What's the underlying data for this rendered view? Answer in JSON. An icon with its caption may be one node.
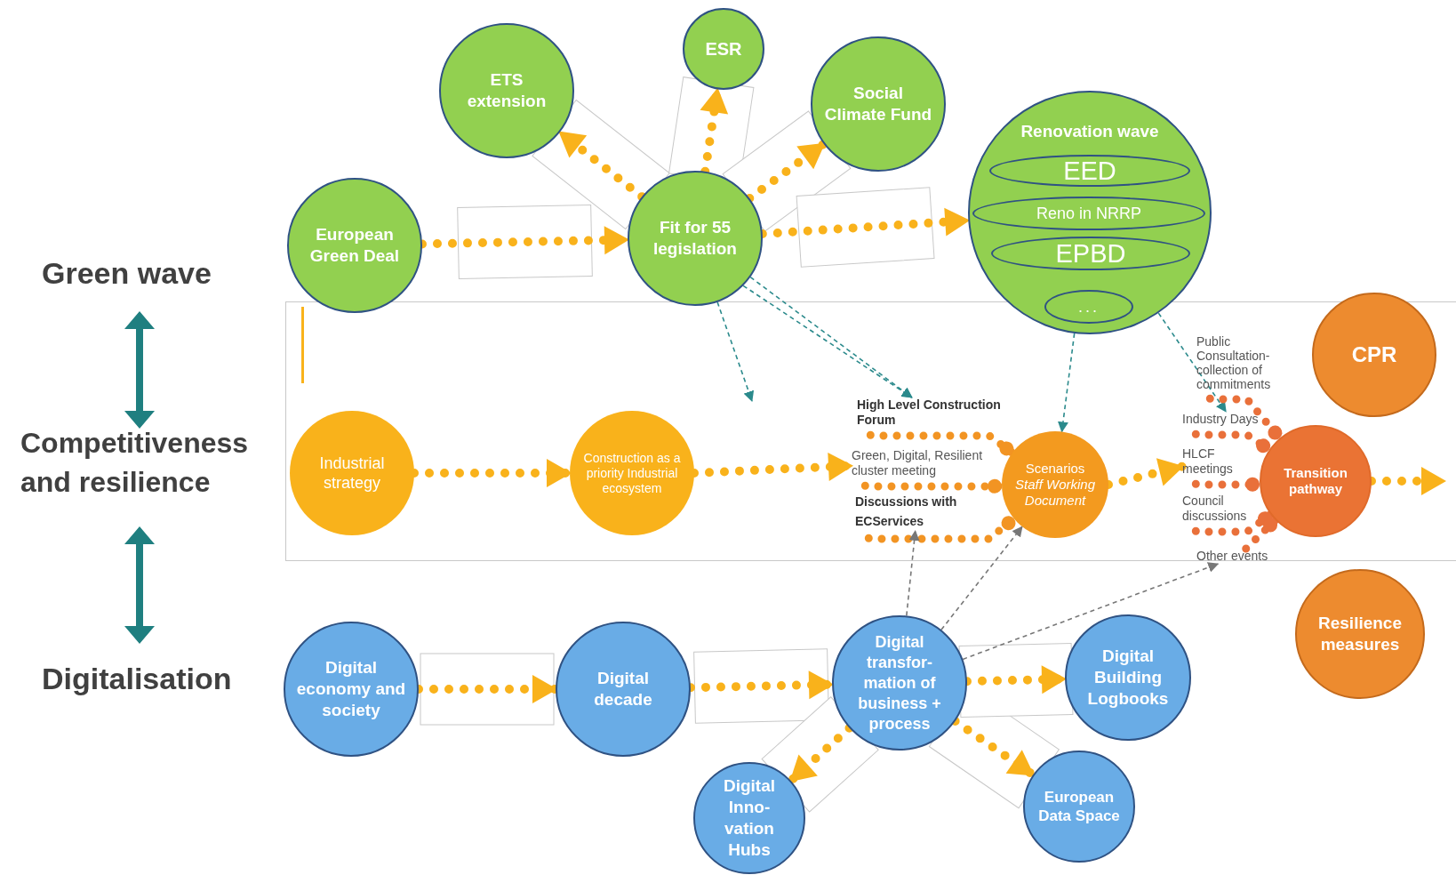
{
  "diagram": {
    "nodes": [
      {
        "text": [
          "European Green Deal"
        ]
      },
      {
        "text": [
          "ETS extension"
        ]
      },
      {
        "text": [
          "ESR"
        ]
      },
      {
        "text": [
          "Social Climate Fund"
        ]
      },
      {
        "text": [
          "Fit for 55 legislation"
        ]
      },
      {
        "text": [
          "Renovation wave"
        ]
      },
      {
        "text": [
          "EED"
        ],
        "in": 5
      },
      {
        "text": [
          "Reno in NRRP"
        ],
        "in": 5
      },
      {
        "text": [
          "EPBD"
        ],
        "in": 5
      },
      {
        "text": [
          "..."
        ],
        "in": 5
      },
      {
        "text": [
          "CPR"
        ]
      },
      {
        "text": [
          "Industrial strategy"
        ]
      },
      {
        "text": [
          "Construction as a priority Industrial ecosystem"
        ]
      },
      {
        "text": [
          "High Level Construction Forum"
        ]
      },
      {
        "text": [
          "Green, Digital, Resilient cluster meeting"
        ]
      },
      {
        "text": [
          "Discussions with ECServices"
        ]
      },
      {
        "text": [
          "Scenarios",
          "Staff Working Document"
        ]
      },
      {
        "text": [
          "Public Consultation-collection of commitments"
        ]
      },
      {
        "text": [
          "Industry Days"
        ]
      },
      {
        "text": [
          "HLCF meetings"
        ]
      },
      {
        "text": [
          "Council discussions"
        ]
      },
      {
        "text": [
          "Other events"
        ]
      },
      {
        "text": [
          "Transition pathway"
        ]
      },
      {
        "text": [
          "Resilience measures"
        ]
      },
      {
        "text": [
          "Digital economy and society"
        ]
      },
      {
        "text": [
          "Digital decade"
        ]
      },
      {
        "text": [
          "Digital transfor- mation of business + process"
        ]
      },
      {
        "text": [
          "Digital Building Logbooks"
        ]
      },
      {
        "text": [
          "Digital Inno- vation Hubs"
        ]
      },
      {
        "text": [
          "European Data Space"
        ]
      }
    ],
    "edges": [
      {
        "from": 0,
        "to": 4,
        "arrow": "to"
      },
      {
        "from": 4,
        "to": 1,
        "arrow": "to"
      },
      {
        "from": 4,
        "to": 2,
        "arrow": "to"
      },
      {
        "from": 4,
        "to": 3,
        "arrow": "to"
      },
      {
        "from": 4,
        "to": 5,
        "arrow": "to"
      },
      {
        "from": 4,
        "to": null,
        "arrow": "to",
        "style": "dashed",
        "color": "#2b8a8c"
      },
      {
        "from": 4,
        "to": 13,
        "arrow": "to",
        "style": "dashed",
        "color": "#2b8a8c"
      },
      {
        "from": 4,
        "to": 13,
        "arrow": "to",
        "style": "dashed",
        "color": "#2b8a8c"
      },
      {
        "from": 5,
        "to": 16,
        "arrow": "to",
        "style": "dashed",
        "color": "#2b8a8c"
      },
      {
        "from": 5,
        "to": 18,
        "arrow": "to",
        "style": "dashed",
        "color": "#2b8a8c"
      },
      {
        "from": 11,
        "to": 12,
        "arrow": "to"
      },
      {
        "from": 12,
        "to": 14,
        "arrow": "to"
      },
      {
        "from": 13,
        "to": 16,
        "arrow": "other",
        "color": "#f29423"
      },
      {
        "from": 14,
        "to": 16,
        "arrow": "other",
        "color": "#f29423"
      },
      {
        "from": 15,
        "to": 16,
        "arrow": "other",
        "color": "#f29423"
      },
      {
        "from": 16,
        "to": 19,
        "arrow": "to"
      },
      {
        "from": 17,
        "to": 22,
        "arrow": "other",
        "color": "#e9703a"
      },
      {
        "from": 18,
        "to": 22,
        "arrow": "other",
        "color": "#e9703a"
      },
      {
        "from": 19,
        "to": 22,
        "arrow": "other",
        "color": "#e9703a"
      },
      {
        "from": 20,
        "to": 22,
        "arrow": "other",
        "color": "#e9703a"
      },
      {
        "from": 21,
        "to": 22,
        "arrow": "other",
        "color": "#e9703a"
      },
      {
        "from": 22,
        "to": null,
        "arrow": "to"
      },
      {
        "from": 24,
        "to": 25,
        "arrow": "to"
      },
      {
        "from": 25,
        "to": 26,
        "arrow": "to"
      },
      {
        "from": 26,
        "to": 28,
        "arrow": "to"
      },
      {
        "from": 26,
        "to": 29,
        "arrow": "to"
      },
      {
        "from": 26,
        "to": 27,
        "arrow": "to"
      },
      {
        "from": 26,
        "to": 15,
        "arrow": "to",
        "style": "dashed",
        "color": "#777777"
      },
      {
        "from": 26,
        "to": 16,
        "arrow": "to",
        "style": "dashed",
        "color": "#777777"
      },
      {
        "from": 26,
        "to": 21,
        "arrow": "to",
        "style": "dashed",
        "color": "#777777"
      }
    ],
    "labels": [
      "Green wave",
      "Competitiveness and resilience",
      "Digitalisation"
    ]
  }
}
